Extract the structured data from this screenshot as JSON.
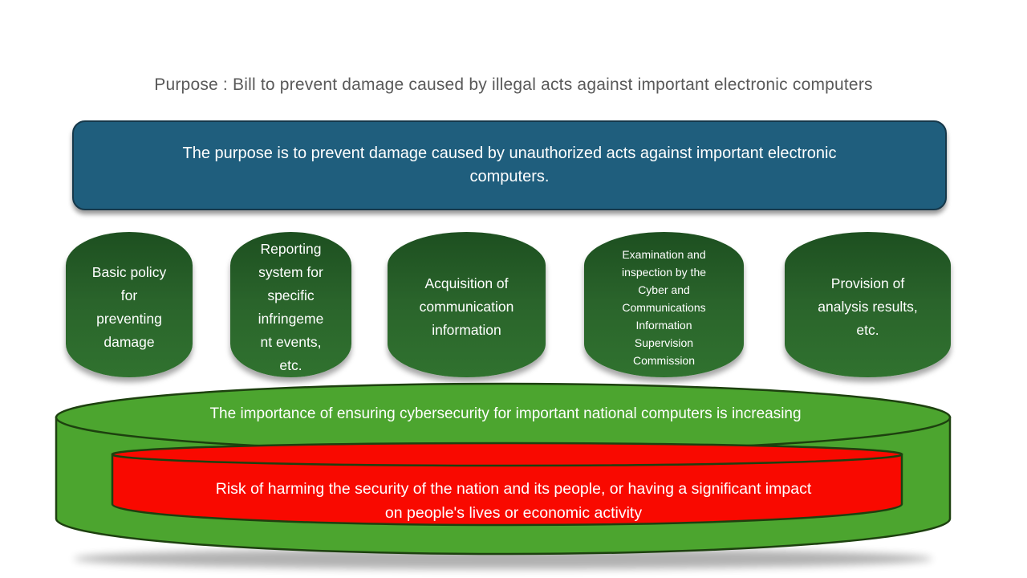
{
  "slide": {
    "title": "Purpose : Bill to prevent damage caused by illegal acts against important electronic computers",
    "purpose_box": {
      "lines": [
        "The purpose is to prevent damage caused by unauthorized acts against important electronic",
        "computers."
      ]
    },
    "measures": [
      {
        "id": "basic-policy",
        "lines": [
          "Basic policy",
          "for",
          "preventing",
          "damage"
        ]
      },
      {
        "id": "reporting-system",
        "lines": [
          "Reporting",
          "system for",
          "specific",
          "infringeme",
          "nt events,",
          "etc."
        ]
      },
      {
        "id": "acquisition",
        "lines": [
          "Acquisition of",
          "communication",
          "information"
        ]
      },
      {
        "id": "examination",
        "lines": [
          "Examination and",
          "inspection by the",
          "Cyber and",
          "Communications",
          "Information",
          "Supervision",
          "Commission"
        ]
      },
      {
        "id": "provision",
        "lines": [
          "Provision of",
          "analysis results,",
          "etc."
        ]
      }
    ],
    "background_can": {
      "label": "The importance of ensuring cybersecurity for important national computers is increasing"
    },
    "risk_can": {
      "lines": [
        "Risk of harming the security of the nation and its people, or having a significant impact",
        "on people's lives or economic activity"
      ]
    }
  },
  "colors": {
    "title_text": "#595959",
    "purpose_fill": "#1f5e7d",
    "purpose_border": "#16384a",
    "cylinder_gradient_top": "#1d4f20",
    "cylinder_gradient_bottom": "#30722f",
    "green_can_fill": "#4ca52f",
    "can_stroke": "#1d400f",
    "risk_can_fill": "#f90900",
    "text_on_shapes": "#ffffff"
  }
}
